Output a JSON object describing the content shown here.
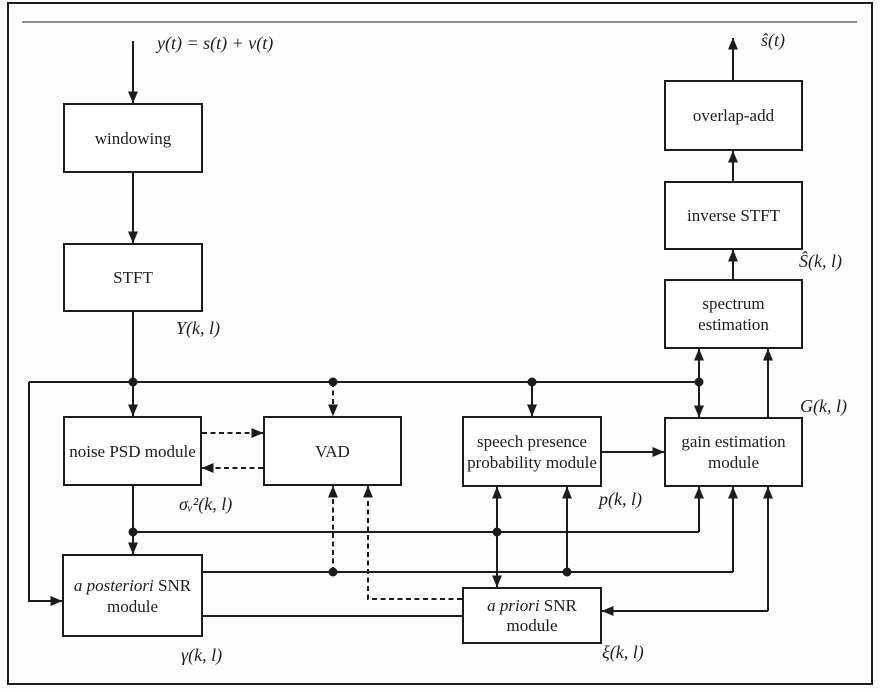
{
  "colors": {
    "line": "#1c1c1c",
    "background": "#fdfdfd",
    "top_rule": "#8f8f8f"
  },
  "labels": {
    "input_signal": "y(t) = s(t) + v(t)",
    "output_signal": "ŝ(t)",
    "stft_output": "Y(k, l)",
    "noise_psd_output": "σᵥ²(k, l)",
    "spp_output": "p(k, l)",
    "gain_output": "G(k, l)",
    "spectrum_output": "Ŝ(k, l)",
    "aposteriori_output": "γ(k, l)",
    "apriori_output": "ξ(k, l)"
  },
  "boxes": {
    "windowing": {
      "label": "windowing"
    },
    "stft": {
      "label": "STFT"
    },
    "noise_psd": {
      "label": "noise PSD module"
    },
    "vad": {
      "label": "VAD"
    },
    "spp": {
      "line1": "speech presence",
      "line2": "probability module"
    },
    "gain": {
      "line1": "gain estimation",
      "line2": "module"
    },
    "aposteriori": {
      "italic": "a posteriori",
      "rest": " SNR",
      "line2": "module"
    },
    "apriori": {
      "italic": "a priori",
      "rest": " SNR",
      "line2": "module"
    },
    "spectrum": {
      "line1": "spectrum",
      "line2": "estimation"
    },
    "istft": {
      "label": "inverse STFT"
    },
    "overlap_add": {
      "label": "overlap-add"
    }
  }
}
